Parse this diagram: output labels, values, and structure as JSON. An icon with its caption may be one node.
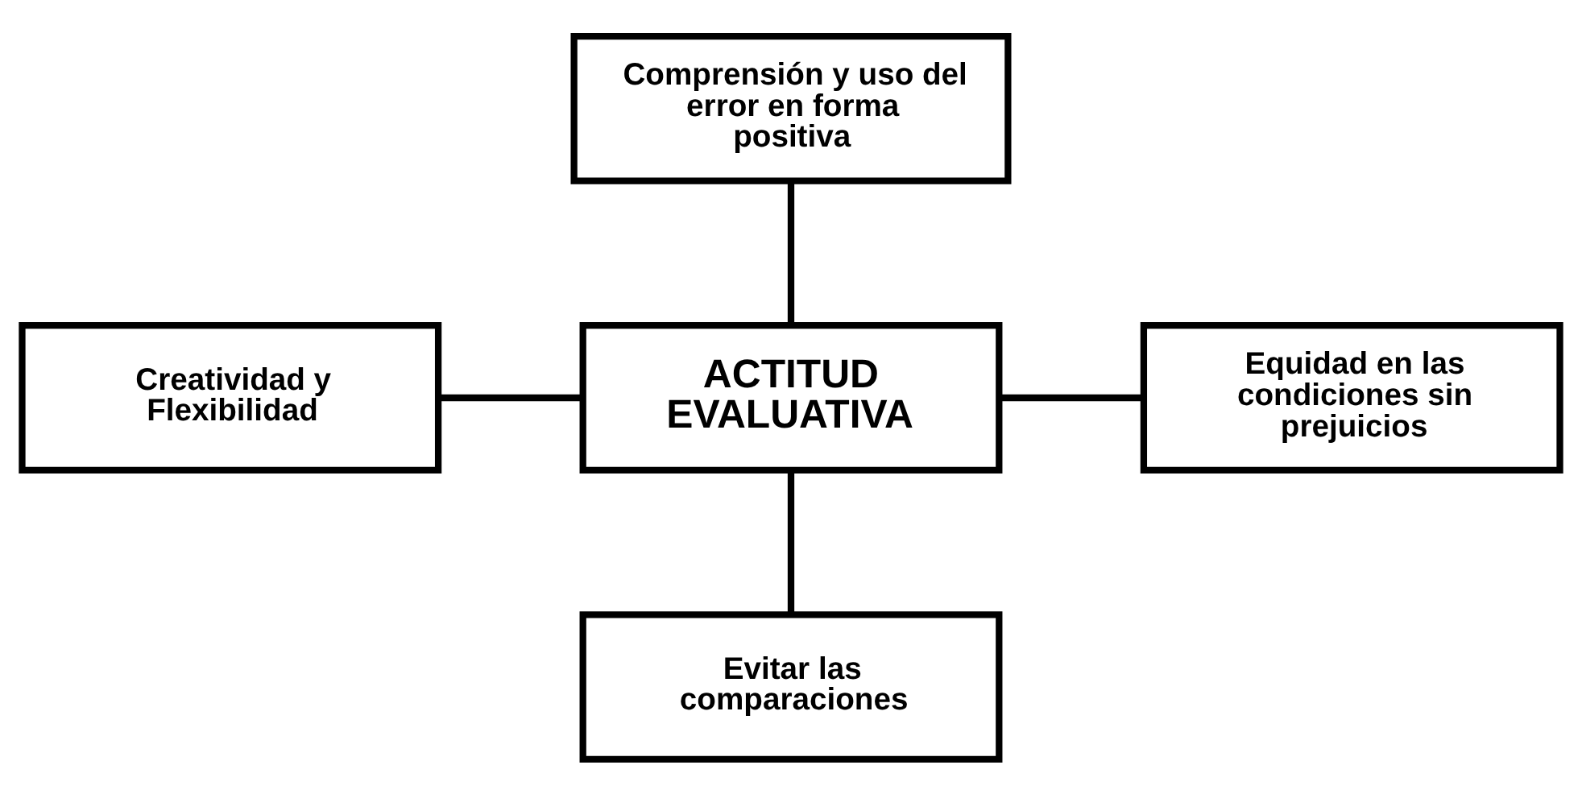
{
  "diagram": {
    "nodes": [
      {
        "text": [
          "Comprensión y uso del error en forma positiva"
        ]
      },
      {
        "text": [
          "Creatividad y Flexibilidad"
        ]
      },
      {
        "text": [
          "ACTITUD EVALUATIVA"
        ]
      },
      {
        "text": [
          "Equidad en las condiciones sin prejuicios"
        ]
      },
      {
        "text": [
          "Evitar las comparaciones"
        ]
      }
    ],
    "edges": [
      {
        "from": 0,
        "to": 2,
        "arrow": "none"
      },
      {
        "from": 1,
        "to": 2,
        "arrow": "none"
      },
      {
        "from": 2,
        "to": 3,
        "arrow": "none"
      },
      {
        "from": 2,
        "to": 4,
        "arrow": "none"
      }
    ]
  }
}
